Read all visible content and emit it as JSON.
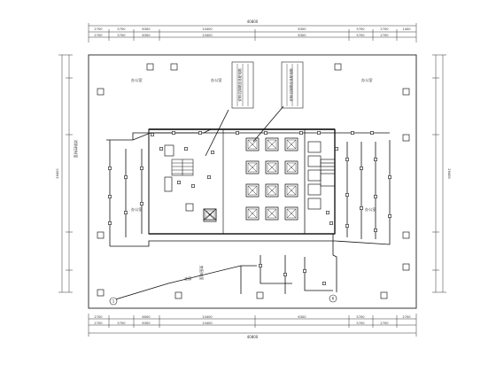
{
  "drawing": {
    "type": "electrical floor plan",
    "line_color": "#222222",
    "background": "#ffffff"
  },
  "dimensions": {
    "top_overall": "40800",
    "top_segments_outer": [
      "2700",
      "5700",
      "6300",
      "10400",
      "6300",
      "5700",
      "2700",
      "1400"
    ],
    "top_segments_inner": [
      "2700",
      "5700",
      "6300",
      "10400",
      "6300",
      "5700",
      "2700"
    ],
    "bottom_overall": "40800",
    "bottom_segments_outer": [
      "2700",
      "6000",
      "10400",
      "6300",
      "5700",
      "2700"
    ],
    "bottom_segments_inner": [
      "2700",
      "5700",
      "6300",
      "10400",
      "5700",
      "2700"
    ],
    "left_overall": "26400",
    "right_overall": "26400"
  },
  "labels": {
    "room_left_top": "办公室",
    "room_center_top": "办公室",
    "room_right_top": "办公室",
    "room_left_mid": "办公室",
    "room_right_mid": "办公室",
    "room_center_bottom": "变配电室",
    "room_lower_left": "走廊",
    "note_box_1": "说明:控制箱至各配电箱",
    "note_box_2": "说明:控制箱至各配电箱",
    "left_side_text": "消防控制室",
    "axis_bottom_left": "1",
    "axis_bottom_right": "6"
  }
}
